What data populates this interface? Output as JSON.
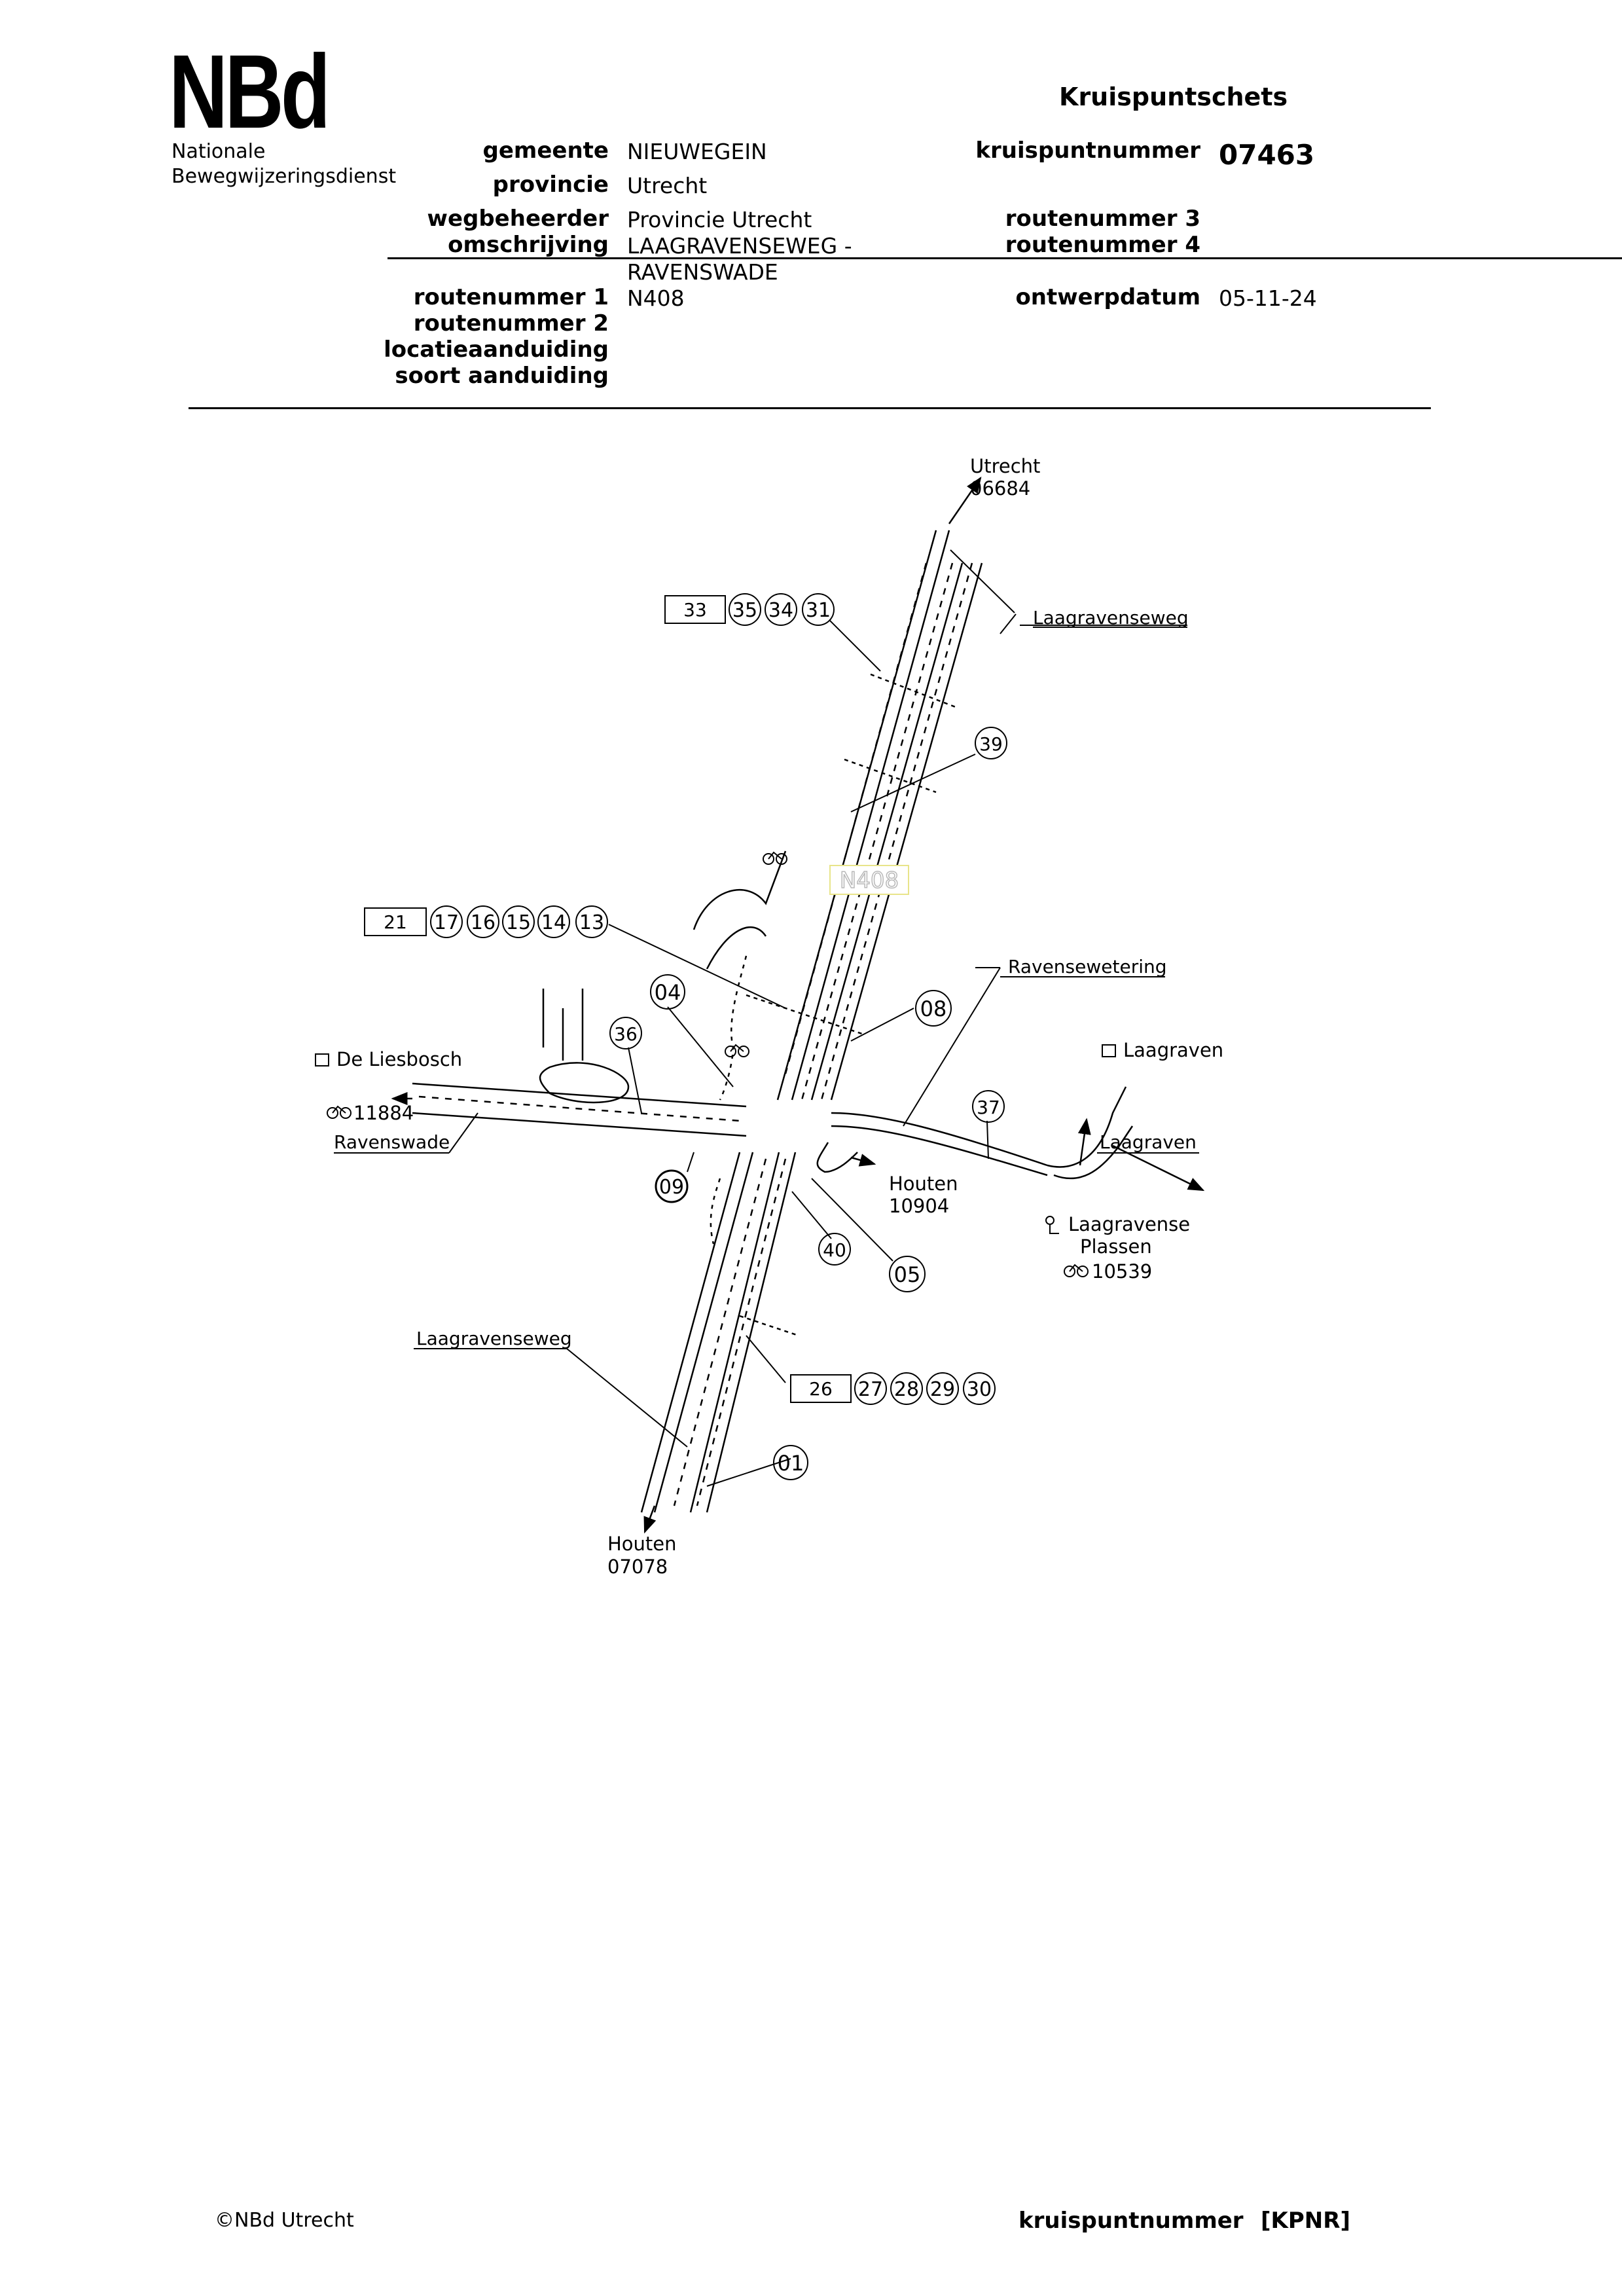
{
  "logo": {
    "text": "NBd",
    "line1": "Nationale",
    "line2": "Bewegwijzeringsdienst"
  },
  "sheet": {
    "title": "Kruispuntschets"
  },
  "fields": {
    "gemeente": {
      "label": "gemeente",
      "value": "NIEUWEGEIN"
    },
    "provincie": {
      "label": "provincie",
      "value": "Utrecht"
    },
    "wegbeheerder": {
      "label": "wegbeheerder",
      "value": "Provincie Utrecht"
    },
    "omschrijving": {
      "label": "omschrijving",
      "value_line1": "LAAGRAVENSEWEG -",
      "value_line2": "RAVENSWADE"
    },
    "routenummer1": {
      "label": "routenummer 1",
      "value": "N408"
    },
    "routenummer2": {
      "label": "routenummer 2",
      "value": ""
    },
    "locatie": {
      "label": "locatieaanduiding",
      "value": ""
    },
    "soort": {
      "label": "soort aanduiding",
      "value": ""
    },
    "kruispuntnummer": {
      "label": "kruispuntnummer",
      "value": "07463"
    },
    "routenummer3": {
      "label": "routenummer 3",
      "value": ""
    },
    "routenummer4": {
      "label": "routenummer 4",
      "value": ""
    },
    "ontwerpdatum": {
      "label": "ontwerpdatum",
      "value": "05-11-24"
    }
  },
  "map": {
    "road_badge": "N408",
    "destinations": {
      "utrecht": {
        "name": "Utrecht",
        "code": "06684"
      },
      "houten_s": {
        "name": "Houten",
        "code": "07078"
      },
      "houten_e": {
        "name": "Houten",
        "code": "10904"
      },
      "liesbosch": "De  Liesbosch",
      "liesbosch_bike": "11884",
      "laagraven_ne": "Laagraven",
      "laagravense_plassen_1": "Laagravense",
      "laagravense_plassen_2": "Plassen",
      "plassen_bike": "10539"
    },
    "street_names": {
      "laagravenseweg_n": "Laagravenseweg",
      "laagravenseweg_s": "Laagravenseweg",
      "ravenswade": "Ravenswade",
      "ravensewetering": "Ravensewetering",
      "laagraven_e": "Laagraven"
    },
    "sign_groups": {
      "north": {
        "box": "33",
        "circles": [
          "35",
          "34",
          "31"
        ]
      },
      "west": {
        "box": "21",
        "circles": [
          "17",
          "16",
          "15",
          "14",
          "13"
        ]
      },
      "south": {
        "box": "26",
        "circles": [
          "27",
          "28",
          "29",
          "30"
        ]
      }
    },
    "signs": [
      "39",
      "04",
      "36",
      "08",
      "37",
      "09",
      "40",
      "05",
      "01"
    ]
  },
  "footer": {
    "copyright": "©NBd Utrecht",
    "label": "kruispuntnummer",
    "code": "[KPNR]"
  }
}
